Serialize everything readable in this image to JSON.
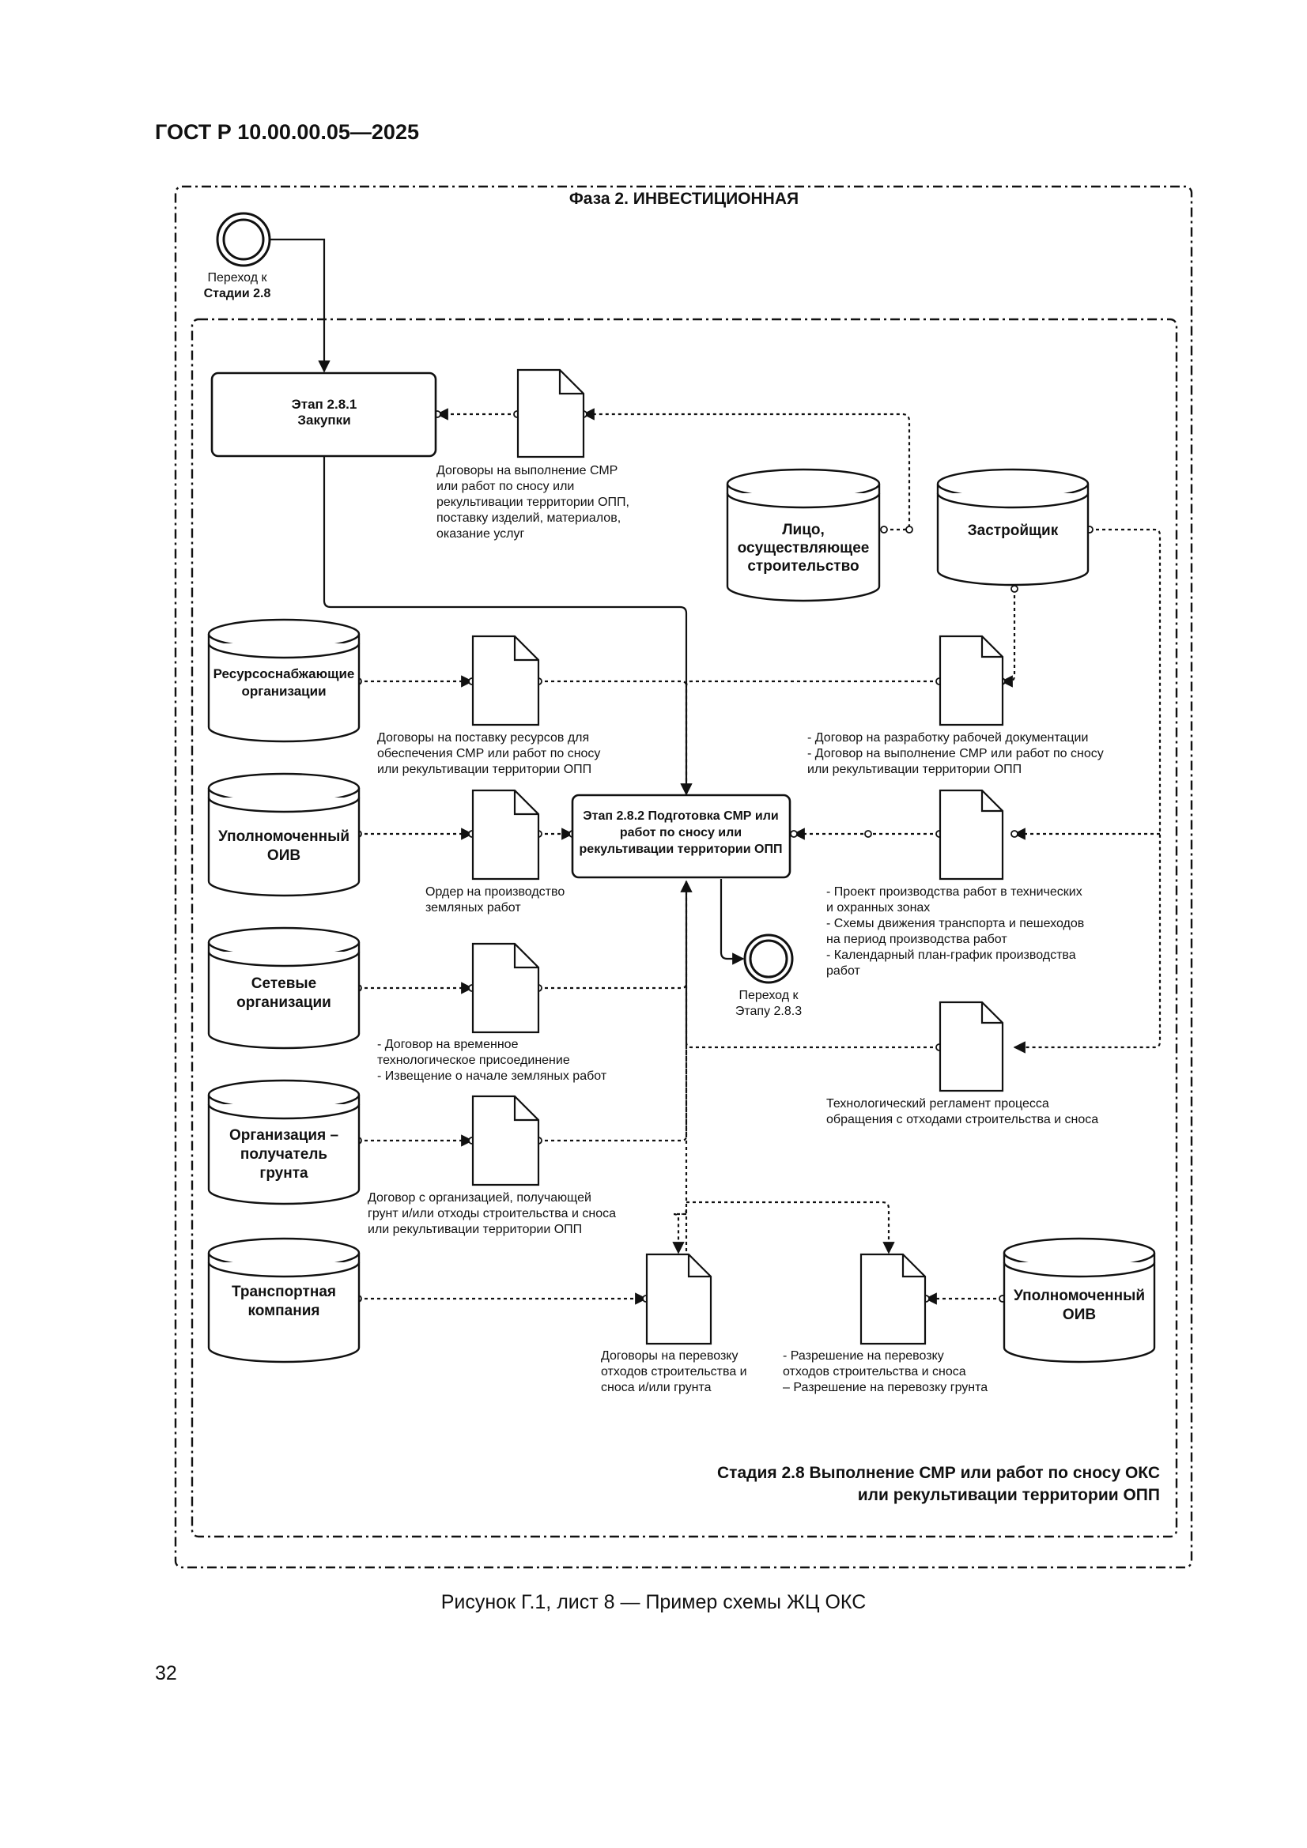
{
  "header": {
    "standard": "ГОСТ Р 10.00.00.05—2025"
  },
  "phase": {
    "title": "Фаза 2. ИНВЕСТИЦИОННАЯ"
  },
  "stage": {
    "title_line1": "Стадия 2.8 Выполнение СМР или работ по сносу ОКС",
    "title_line2": "или рекультивации территории ОПП"
  },
  "events": {
    "start": {
      "line1": "Переход к",
      "line2": "Стадии 2.8"
    },
    "end": {
      "line1": "Переход к",
      "line2": "Этапу 2.8.3"
    }
  },
  "processes": {
    "stage_281": {
      "line1": "Этап 2.8.1",
      "line2": "Закупки"
    },
    "stage_282": {
      "line1": "Этап 2.8.2 Подготовка СМР или",
      "line2": "работ по сносу или",
      "line3": "рекультивации территории ОПП"
    }
  },
  "participants": {
    "person_builder": {
      "line1": "Лицо,",
      "line2": "осуществляющее",
      "line3": "строительство"
    },
    "developer": {
      "label": "Застройщик"
    },
    "resource_orgs": {
      "line1": "Ресурсоснабжающие",
      "line2": "организации"
    },
    "authorized_oiv_left": {
      "line1": "Уполномоченный",
      "line2": "ОИВ"
    },
    "network_orgs": {
      "line1": "Сетевые",
      "line2": "организации"
    },
    "soil_receiver": {
      "line1": "Организация –",
      "line2": "получатель",
      "line3": "грунта"
    },
    "transport": {
      "line1": "Транспортная",
      "line2": "компания"
    },
    "authorized_oiv_right": {
      "line1": "Уполномоченный",
      "line2": "ОИВ"
    }
  },
  "documents": {
    "contracts_smr": {
      "lines": [
        "Договоры на выполнение СМР",
        "или работ по сносу или",
        "рекультивации территории ОПП,",
        "поставку изделий, материалов,",
        "оказание услуг"
      ]
    },
    "resource_contracts": {
      "lines": [
        "Договоры на поставку ресурсов для",
        "обеспечения СМР или работ по сносу",
        "или рекультивации территории ОПП"
      ]
    },
    "design_contracts": {
      "lines": [
        "- Договор на разработку рабочей документации",
        "- Договор на выполнение СМР или работ по сносу",
        "или рекультивации территории ОПП"
      ]
    },
    "excavation_order": {
      "lines": [
        "Ордер на производство",
        "земляных работ"
      ]
    },
    "work_project": {
      "lines": [
        "- Проект производства работ в технических",
        "и охранных зонах",
        "- Схемы движения транспорта и пешеходов",
        "на период производства работ",
        "- Календарный план-график производства",
        "работ"
      ]
    },
    "temp_connection": {
      "lines": [
        "- Договор на временное",
        "технологическое присоединение",
        "- Извещение о начале земляных работ"
      ]
    },
    "waste_regulation": {
      "lines": [
        "Технологический регламент процесса",
        "обращения с отходами строительства и сноса"
      ]
    },
    "soil_contract": {
      "lines": [
        "Договор с организацией, получающей",
        "грунт и/или отходы строительства и сноса",
        "или рекультивации территории ОПП"
      ]
    },
    "transport_contracts": {
      "lines": [
        "Договоры на перевозку",
        "отходов строительства и",
        "сноса и/или грунта"
      ]
    },
    "transport_permits": {
      "lines": [
        "- Разрешение на перевозку",
        "отходов строительства и сноса",
        "– Разрешение на перевозку грунта"
      ]
    }
  },
  "caption": "Рисунок Г.1, лист 8 — Пример схемы ЖЦ ОКС",
  "page_number": "32"
}
